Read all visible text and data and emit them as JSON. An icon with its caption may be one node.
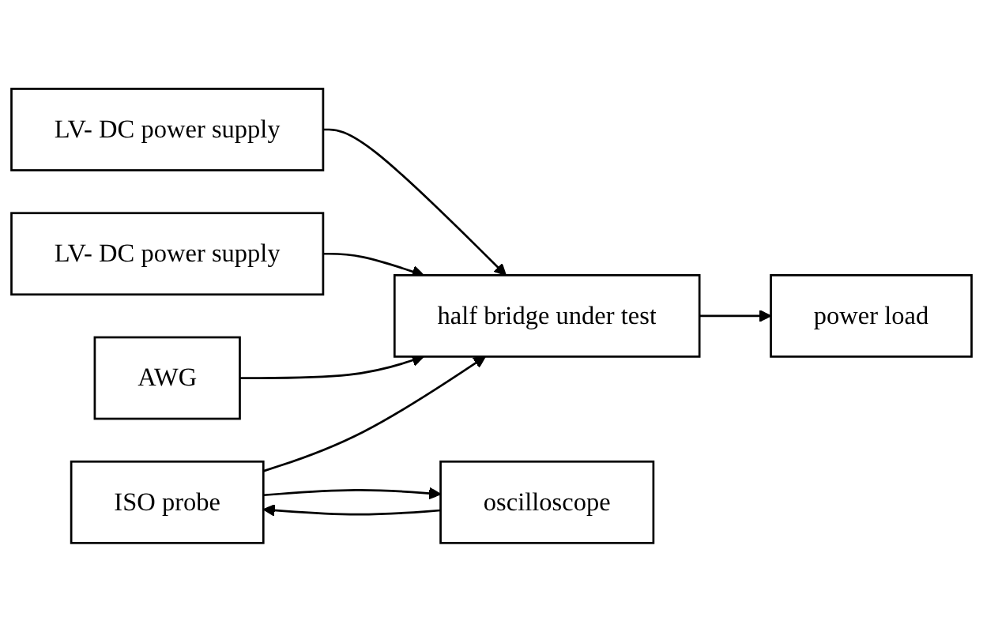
{
  "diagram": {
    "nodes": [
      {
        "text": [
          "LV- DC power supply"
        ]
      },
      {
        "text": [
          "half bridge under test"
        ]
      },
      {
        "text": [
          "LV- DC power supply"
        ]
      },
      {
        "text": [
          "AWG"
        ]
      },
      {
        "text": [
          "power load"
        ]
      },
      {
        "text": [
          "ISO probe"
        ]
      },
      {
        "text": [
          "oscilloscope"
        ]
      }
    ],
    "edges": [
      {
        "from": 0,
        "to": 1,
        "arrow": "to"
      },
      {
        "from": 2,
        "to": 1,
        "arrow": "to"
      },
      {
        "from": 3,
        "to": 1,
        "arrow": "to"
      },
      {
        "from": 1,
        "to": 4,
        "arrow": "to"
      },
      {
        "from": 5,
        "to": 1,
        "arrow": "to"
      },
      {
        "from": 5,
        "to": 6,
        "arrow": "to"
      },
      {
        "from": 6,
        "to": 5,
        "arrow": "to"
      }
    ]
  }
}
